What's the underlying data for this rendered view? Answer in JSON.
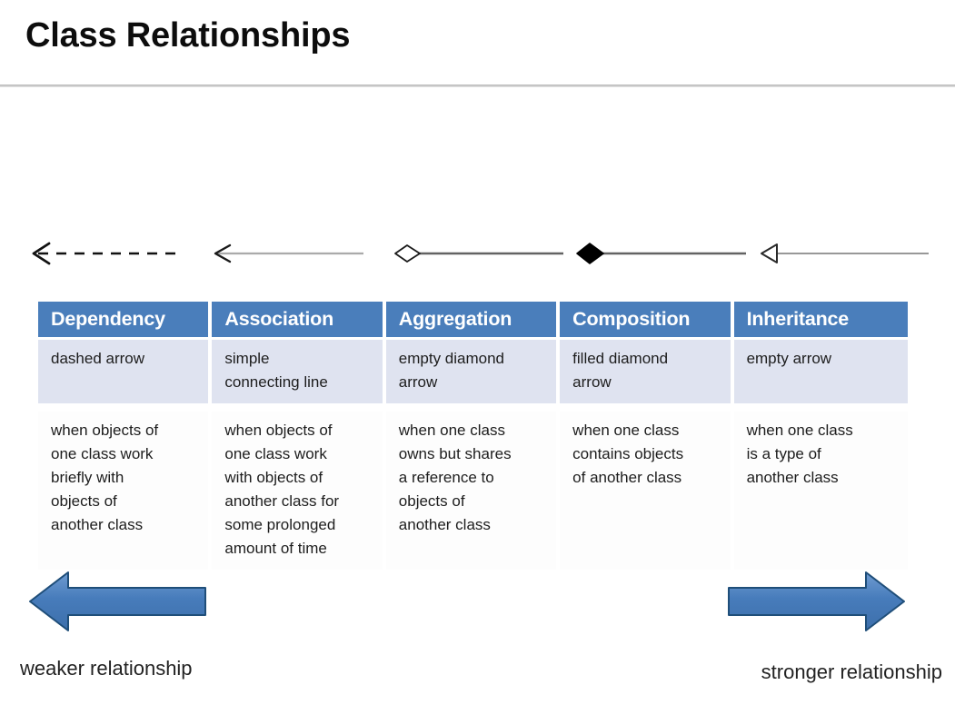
{
  "slide": {
    "title": "Class Relationships",
    "background_color": "#ffffff"
  },
  "colors": {
    "header_blue": "#4a7ebb",
    "notation_row_lavender": "#dfe3f0",
    "arrow_fill": "#4a7ebb",
    "arrow_border": "#1f4e79",
    "divider_gray": "#bfbfbf",
    "text_dark": "#1d1d1d",
    "header_text": "#ffffff"
  },
  "notation_glyphs": [
    {
      "name": "dashed-open-arrow",
      "label": "dashed arrow",
      "for_column": "Dependency"
    },
    {
      "name": "solid-line-open-arrow",
      "label": "simple connecting line",
      "for_column": "Association"
    },
    {
      "name": "empty-diamond-line",
      "label": "empty diamond arrow",
      "for_column": "Aggregation"
    },
    {
      "name": "filled-diamond-line",
      "label": "filled diamond arrow",
      "for_column": "Composition"
    },
    {
      "name": "empty-triangle-line",
      "label": "empty arrow",
      "for_column": "Inheritance"
    }
  ],
  "table": {
    "headers": [
      "Dependency",
      "Association",
      "Aggregation",
      "Composition",
      "Inheritance"
    ],
    "notation": [
      "dashed arrow",
      "simple\nconnecting line",
      "empty diamond\narrow",
      "filled diamond\narrow",
      "empty arrow"
    ],
    "description": [
      "when objects of\none class work\nbriefly with\nobjects of\nanother class",
      "when objects of\none class work\nwith objects of\nanother class for\nsome prolonged\namount of time",
      "when one class\nowns but shares\na reference to\nobjects of\nanother class",
      "when one class\ncontains objects\nof another class",
      "when one class\nis a type of\nanother class"
    ]
  },
  "scale": {
    "weaker_caption": "weaker relationship",
    "stronger_caption": "stronger relationship",
    "left_arrow_name": "weaker-direction-arrow",
    "right_arrow_name": "stronger-direction-arrow"
  }
}
